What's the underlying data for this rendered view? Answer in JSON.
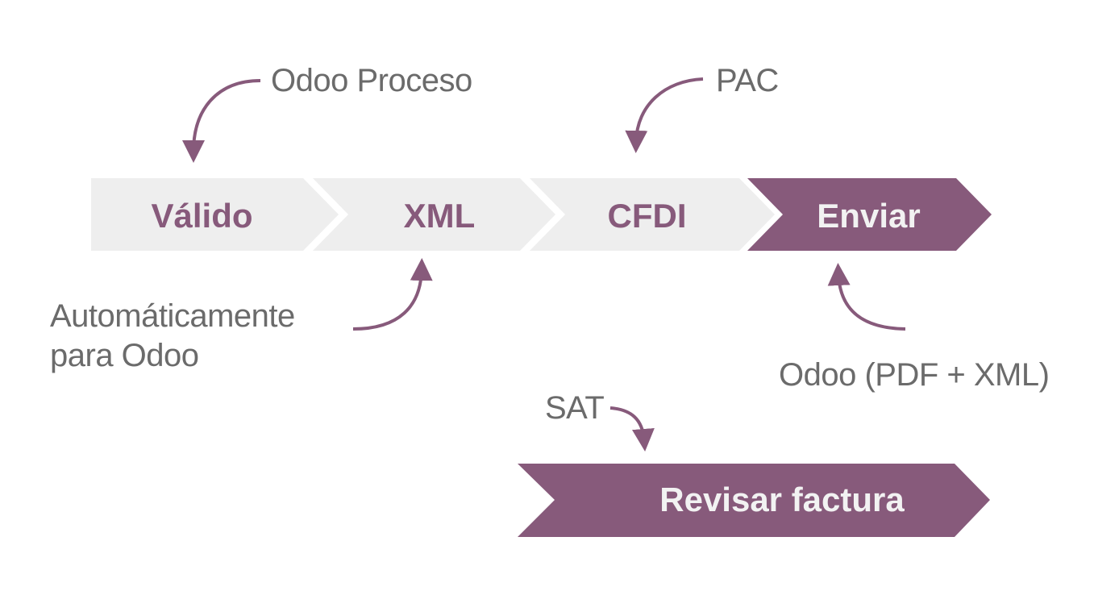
{
  "steps": [
    {
      "label": "Válido"
    },
    {
      "label": "XML"
    },
    {
      "label": "CFDI"
    },
    {
      "label": "Enviar"
    }
  ],
  "final_step": {
    "label": "Revisar factura"
  },
  "notes": {
    "odoo_proceso": "Odoo Proceso",
    "pac": "PAC",
    "auto_line1": "Automáticamente",
    "auto_line2": "para Odoo",
    "odoo_pdf_xml": "Odoo (PDF + XML)",
    "sat": "SAT"
  },
  "colors": {
    "purple": "#875a7b",
    "light_gray": "#eeeeee",
    "text_gray": "#6b6b6b",
    "light_text": "#f2f2f2"
  }
}
